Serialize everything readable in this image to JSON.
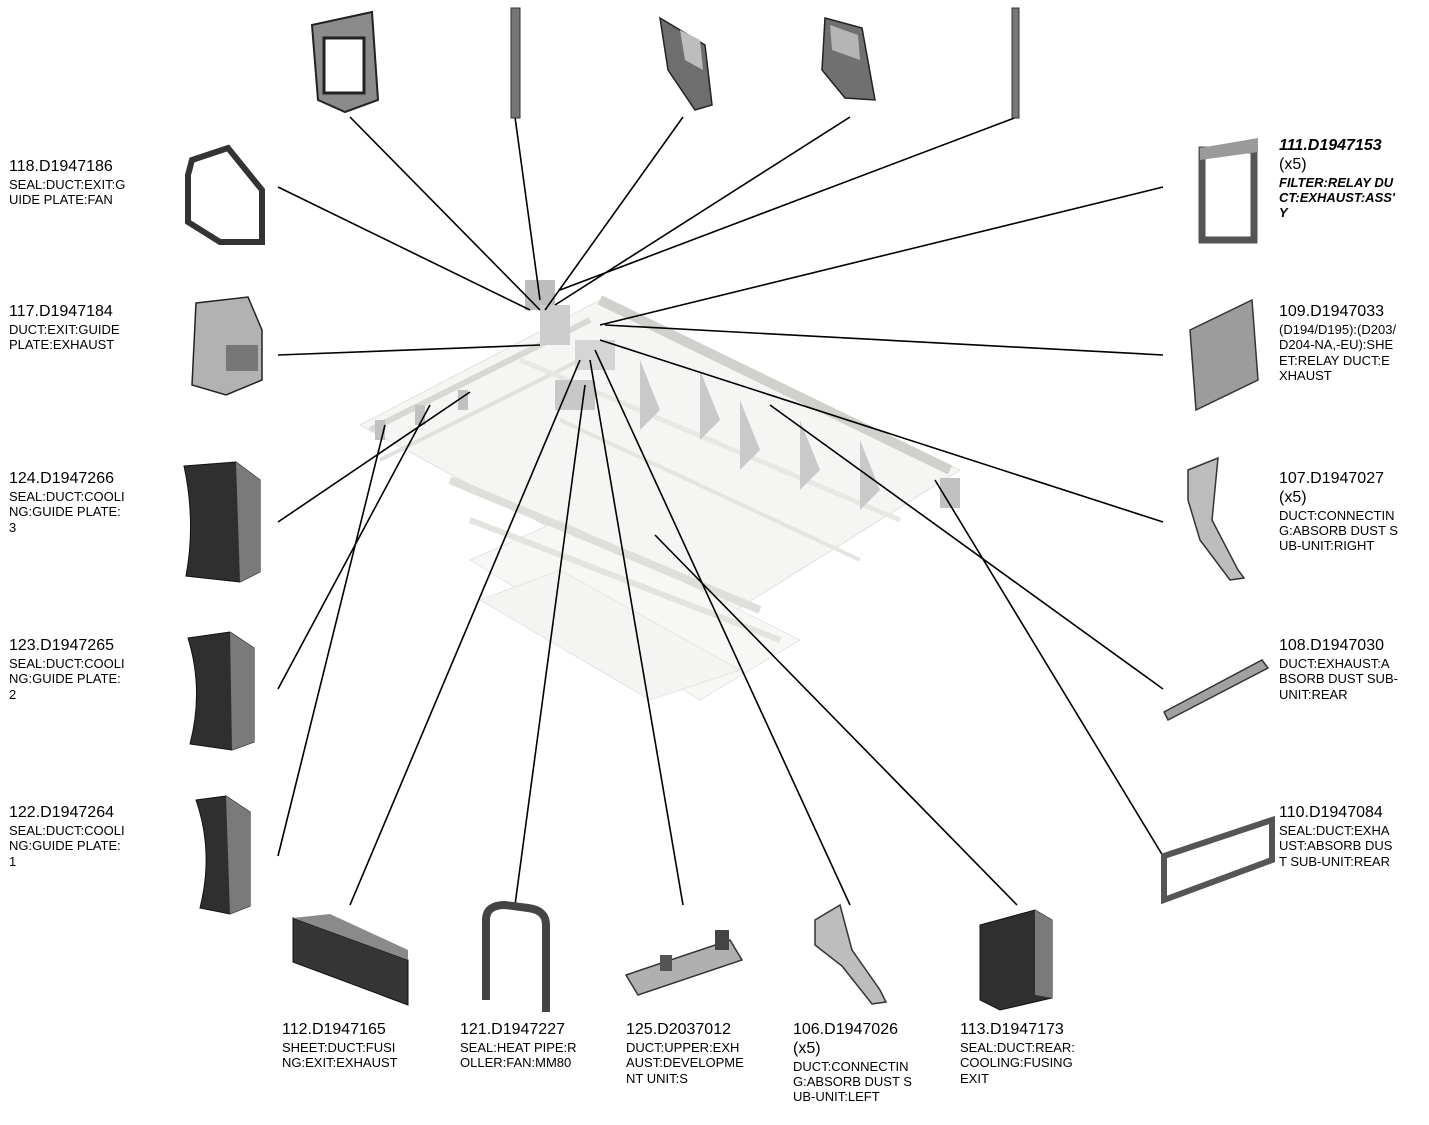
{
  "figure": "exploded parts diagram",
  "parts": [
    {
      "id": "118",
      "code": "118.D1947186",
      "qty": "",
      "desc": "SEAL:DUCT:EXIT:G\nUIDE PLATE:FAN",
      "emphasis": false
    },
    {
      "id": "117",
      "code": "117.D1947184",
      "qty": "",
      "desc": "DUCT:EXIT:GUIDE\nPLATE:EXHAUST",
      "emphasis": false
    },
    {
      "id": "124",
      "code": "124.D1947266",
      "qty": "",
      "desc": "SEAL:DUCT:COOLI\nNG:GUIDE PLATE:\n3",
      "emphasis": false
    },
    {
      "id": "123",
      "code": "123.D1947265",
      "qty": "",
      "desc": "SEAL:DUCT:COOLI\nNG:GUIDE PLATE:\n2",
      "emphasis": false
    },
    {
      "id": "122",
      "code": "122.D1947264",
      "qty": "",
      "desc": "SEAL:DUCT:COOLI\nNG:GUIDE PLATE:\n1",
      "emphasis": false
    },
    {
      "id": "111",
      "code": "111.D1947153",
      "qty": "(x5)",
      "desc": "FILTER:RELAY DU\nCT:EXHAUST:ASS'\nY",
      "emphasis": true
    },
    {
      "id": "109",
      "code": "109.D1947033",
      "qty": "",
      "desc": "(D194/D195):(D203/\nD204-NA,-EU):SHE\nET:RELAY DUCT:E\nXHAUST",
      "emphasis": false
    },
    {
      "id": "107",
      "code": "107.D1947027",
      "qty": "(x5)",
      "desc": "DUCT:CONNECTIN\nG:ABSORB DUST S\nUB-UNIT:RIGHT",
      "emphasis": false
    },
    {
      "id": "108",
      "code": "108.D1947030",
      "qty": "",
      "desc": "DUCT:EXHAUST:A\nBSORB DUST SUB-\nUNIT:REAR",
      "emphasis": false
    },
    {
      "id": "110",
      "code": "110.D1947084",
      "qty": "",
      "desc": "SEAL:DUCT:EXHA\nUST:ABSORB DUS\nT SUB-UNIT:REAR",
      "emphasis": false
    },
    {
      "id": "112",
      "code": "112.D1947165",
      "qty": "",
      "desc": "SHEET:DUCT:FUSI\nNG:EXIT:EXHAUST",
      "emphasis": false
    },
    {
      "id": "121",
      "code": "121.D1947227",
      "qty": "",
      "desc": "SEAL:HEAT PIPE:R\nOLLER:FAN:MM80",
      "emphasis": false
    },
    {
      "id": "125",
      "code": "125.D2037012",
      "qty": "",
      "desc": "DUCT:UPPER:EXH\nAUST:DEVELOPME\nNT UNIT:S",
      "emphasis": false
    },
    {
      "id": "106",
      "code": "106.D1947026",
      "qty": "(x5)",
      "desc": "DUCT:CONNECTIN\nG:ABSORB DUST S\nUB-UNIT:LEFT",
      "emphasis": false
    },
    {
      "id": "113",
      "code": "113.D1947173",
      "qty": "",
      "desc": "SEAL:DUCT:REAR:\nCOOLING:FUSING\nEXIT",
      "emphasis": false
    }
  ],
  "colors": {
    "line": "#000000",
    "part_dark": "#3c3c3c",
    "part_mid": "#8a8a8a",
    "part_light": "#c8c8c8",
    "ghost": "#d9dcd6"
  }
}
